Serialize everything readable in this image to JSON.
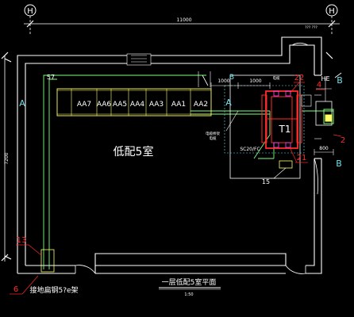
{
  "drawing": {
    "grid_axes": {
      "left": "H",
      "right": "H"
    },
    "overall_dimension": "11000",
    "height_dimension": "7200",
    "room_name": "低配5室",
    "small_label_57": "57",
    "section_marks": [
      "A",
      "A",
      "B",
      "B",
      "B"
    ],
    "dim_1000_left": "1000",
    "dim_1000_right": "1000",
    "dim_800": "800",
    "transformer": "T1",
    "panels": [
      "AA7",
      "AA6",
      "AA5",
      "AA4",
      "AA3",
      "AA1",
      "AA2"
    ],
    "cable_label": "SC20/FC",
    "callouts": [
      "22",
      "4",
      "2",
      "21",
      "15",
      "13",
      "6"
    ],
    "he_label": "HE",
    "bottom_left_label": "接地扁钢5?e架",
    "title": "一层低配5室平面",
    "scale": "1:50",
    "top_right_note": "??? ???",
    "small_notes": [
      "电缆",
      "电缆桥架",
      "电缆"
    ]
  },
  "colors": {
    "wall": "#ffffff",
    "equipment": "#ffff66",
    "cable_green": "#7cff7c",
    "red": "#ff2a2a",
    "cyan": "#6fe0e8",
    "magenta": "#ff44ff",
    "text": "#ffffff"
  }
}
